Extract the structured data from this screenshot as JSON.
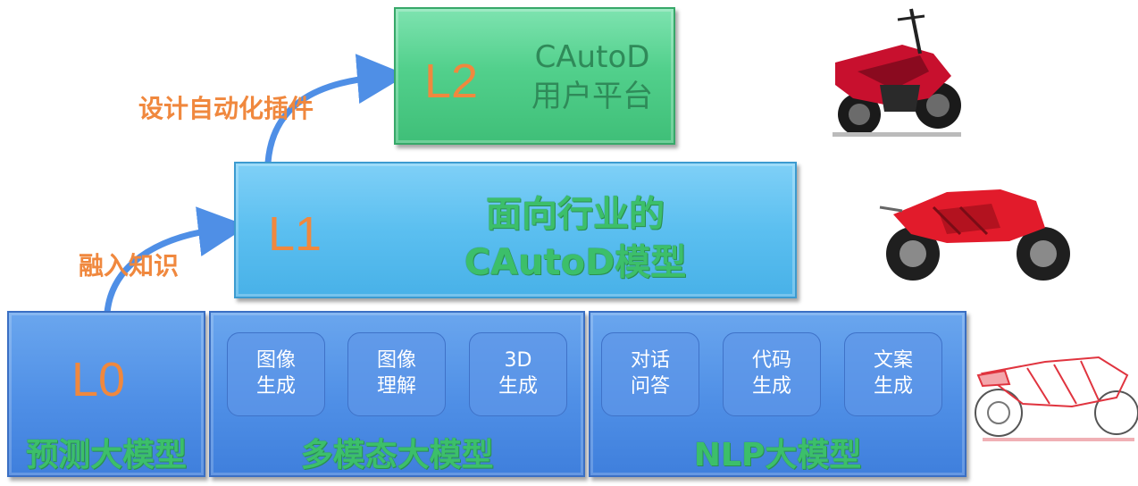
{
  "levels": {
    "l2": {
      "code": "L2",
      "line1": "CAutoD",
      "line2": "用户平台"
    },
    "l1": {
      "code": "L1",
      "line1": "面向行业的",
      "line2": "CAutoD模型"
    },
    "l0": {
      "code": "L0",
      "predict_title": "预测大模型",
      "multimodal_title": "多模态大模型",
      "nlp_title": "NLP大模型",
      "multimodal_tiles": [
        {
          "line1": "图像",
          "line2": "生成"
        },
        {
          "line1": "图像",
          "line2": "理解"
        },
        {
          "line1": "3D",
          "line2": "生成"
        }
      ],
      "nlp_tiles": [
        {
          "line1": "对话",
          "line2": "问答"
        },
        {
          "line1": "代码",
          "line2": "生成"
        },
        {
          "line1": "文案",
          "line2": "生成"
        }
      ]
    }
  },
  "arrows": {
    "lower_label": "融入知识",
    "upper_label": "设计自动化插件"
  },
  "colors": {
    "accent_orange": "#f0883e",
    "l2_green": "#52d08c",
    "l1_light_blue": "#5bbff0",
    "l0_blue": "#4f8fe6",
    "arrow_blue": "#4f8fe6"
  },
  "images": {
    "top": "red-motorcycle-photo",
    "middle": "red-concept-motorcycle-render",
    "bottom": "red-wireframe-motorcycle-sketch"
  }
}
